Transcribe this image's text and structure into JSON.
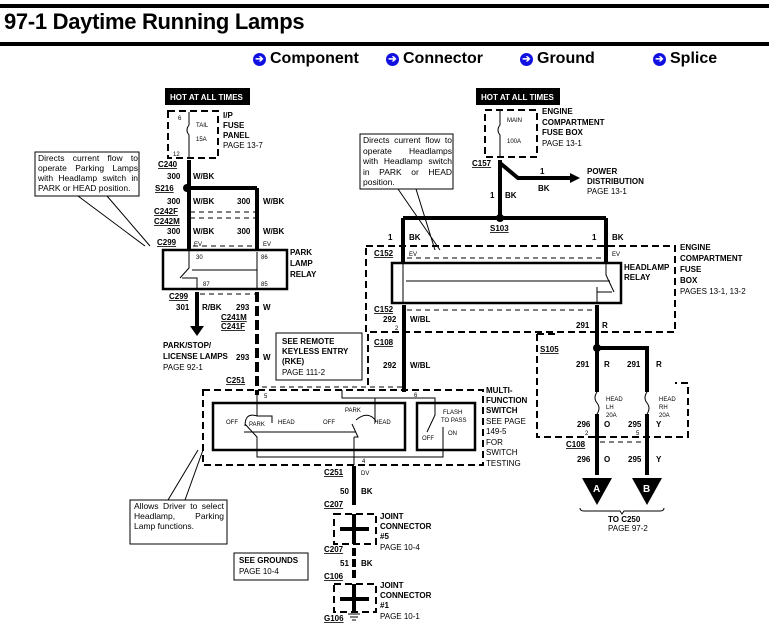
{
  "header": {
    "title": "97-1 Daytime Running Lamps"
  },
  "nav": [
    {
      "label": "Component",
      "icon": "arrow-circle-icon"
    },
    {
      "label": "Connector",
      "icon": "arrow-circle-icon"
    },
    {
      "label": "Ground",
      "icon": "arrow-circle-icon"
    },
    {
      "label": "Splice",
      "icon": "arrow-circle-icon"
    }
  ],
  "diagram": {
    "hot_left": "HOT AT ALL TIMES",
    "hot_right": "HOT AT ALL TIMES",
    "ip_fuse": {
      "line1": "I/P",
      "line2": "FUSE",
      "line3": "PANEL",
      "page": "PAGE 13-7",
      "fuse_name": "TAIL",
      "fuse_rating": "15A",
      "pin_top": "6",
      "pin_bottom": "12"
    },
    "ecfb": {
      "line1": "ENGINE",
      "line2": "COMPARTMENT",
      "line3": "FUSE BOX",
      "page": "PAGE 13-1",
      "fuse_name": "MAIN",
      "fuse_rating": "100A"
    },
    "notes": {
      "park_relay": "Directs current flow to operate Parking Lamps with Headlamp switch in PARK or HEAD position.",
      "head_relay": "Directs current flow to operate Headlamps with Headlamp switch in PARK or HEAD position.",
      "switch": "Allows Driver to select Headlamp, Parking Lamp functions.",
      "rke": [
        "SEE REMOTE",
        "KEYLESS ENTRY",
        "(RKE)",
        "PAGE 111-2"
      ],
      "grounds": [
        "SEE GROUNDS",
        "PAGE 10-4"
      ]
    },
    "connectors": {
      "c240": "C240",
      "s216": "S216",
      "c242f": "C242F",
      "c242m": "C242M",
      "c299a": "C299",
      "c299b": "C299",
      "c241m": "C241M",
      "c241f": "C241F",
      "c251a": "C251",
      "c251b": "C251",
      "c157": "C157",
      "s103": "S103",
      "c152a": "C152",
      "c152b": "C152",
      "c108a": "C108",
      "s105": "S105",
      "c108b": "C108",
      "c207a": "C207",
      "c207b": "C207",
      "c106": "C106",
      "g106": "G106"
    },
    "wires": {
      "w300": "300",
      "wbk": "W/BK",
      "w301": "301",
      "rbk": "R/BK",
      "w293": "293",
      "w": "W",
      "w1": "1",
      "bk": "BK",
      "w292": "292",
      "wbl": "W/BL",
      "w291": "291",
      "r": "R",
      "w296": "296",
      "o": "O",
      "w295": "295",
      "y": "Y",
      "w50": "50",
      "w51": "51"
    },
    "pins": {
      "p30": "30",
      "p86": "86",
      "p87": "87",
      "p85": "85",
      "p5": "5",
      "p6": "6",
      "p4": "4",
      "p2": "2",
      "p5b": "5",
      "ev": "EV",
      "dv": "DV"
    },
    "park_relay": [
      "PARK",
      "LAMP",
      "RELAY"
    ],
    "park_lamps": {
      "line1": "PARK/STOP/",
      "line2": "LICENSE LAMPS",
      "page": "PAGE 92-1"
    },
    "power_dist": {
      "line1": "POWER",
      "line2": "DISTRIBUTION",
      "page": "PAGE 13-1"
    },
    "head_relay": [
      "HEADLAMP",
      "RELAY"
    ],
    "ecfb2": {
      "line1": "ENGINE",
      "line2": "COMPARTMENT",
      "line3": "FUSE",
      "line4": "BOX",
      "page": "PAGES 13-1, 13-2"
    },
    "fuse_lh": [
      "HEAD",
      "LH",
      "20A"
    ],
    "fuse_rh": [
      "HEAD",
      "RH",
      "20A"
    ],
    "mfs": {
      "line1": "MULTI-",
      "line2": "FUNCTION",
      "line3": "SWITCH",
      "line4": "SEE PAGE",
      "line5": "149-5",
      "line6": "FOR",
      "line7": "SWITCH",
      "line8": "TESTING"
    },
    "switch_labels": {
      "off": "OFF",
      "park": "PARK",
      "head": "HEAD",
      "flash": "FLASH",
      "topass": "TO PASS",
      "on": "ON"
    },
    "arrows": {
      "a": "A",
      "b": "B"
    },
    "to_c250": {
      "line1": "TO C250",
      "page": "PAGE 97-2"
    },
    "jc5": {
      "line1": "JOINT",
      "line2": "CONNECTOR",
      "line3": "#5",
      "page": "PAGE 10-4"
    },
    "jc1": {
      "line1": "JOINT",
      "line2": "CONNECTOR",
      "line3": "#1",
      "page": "PAGE 10-1"
    }
  }
}
